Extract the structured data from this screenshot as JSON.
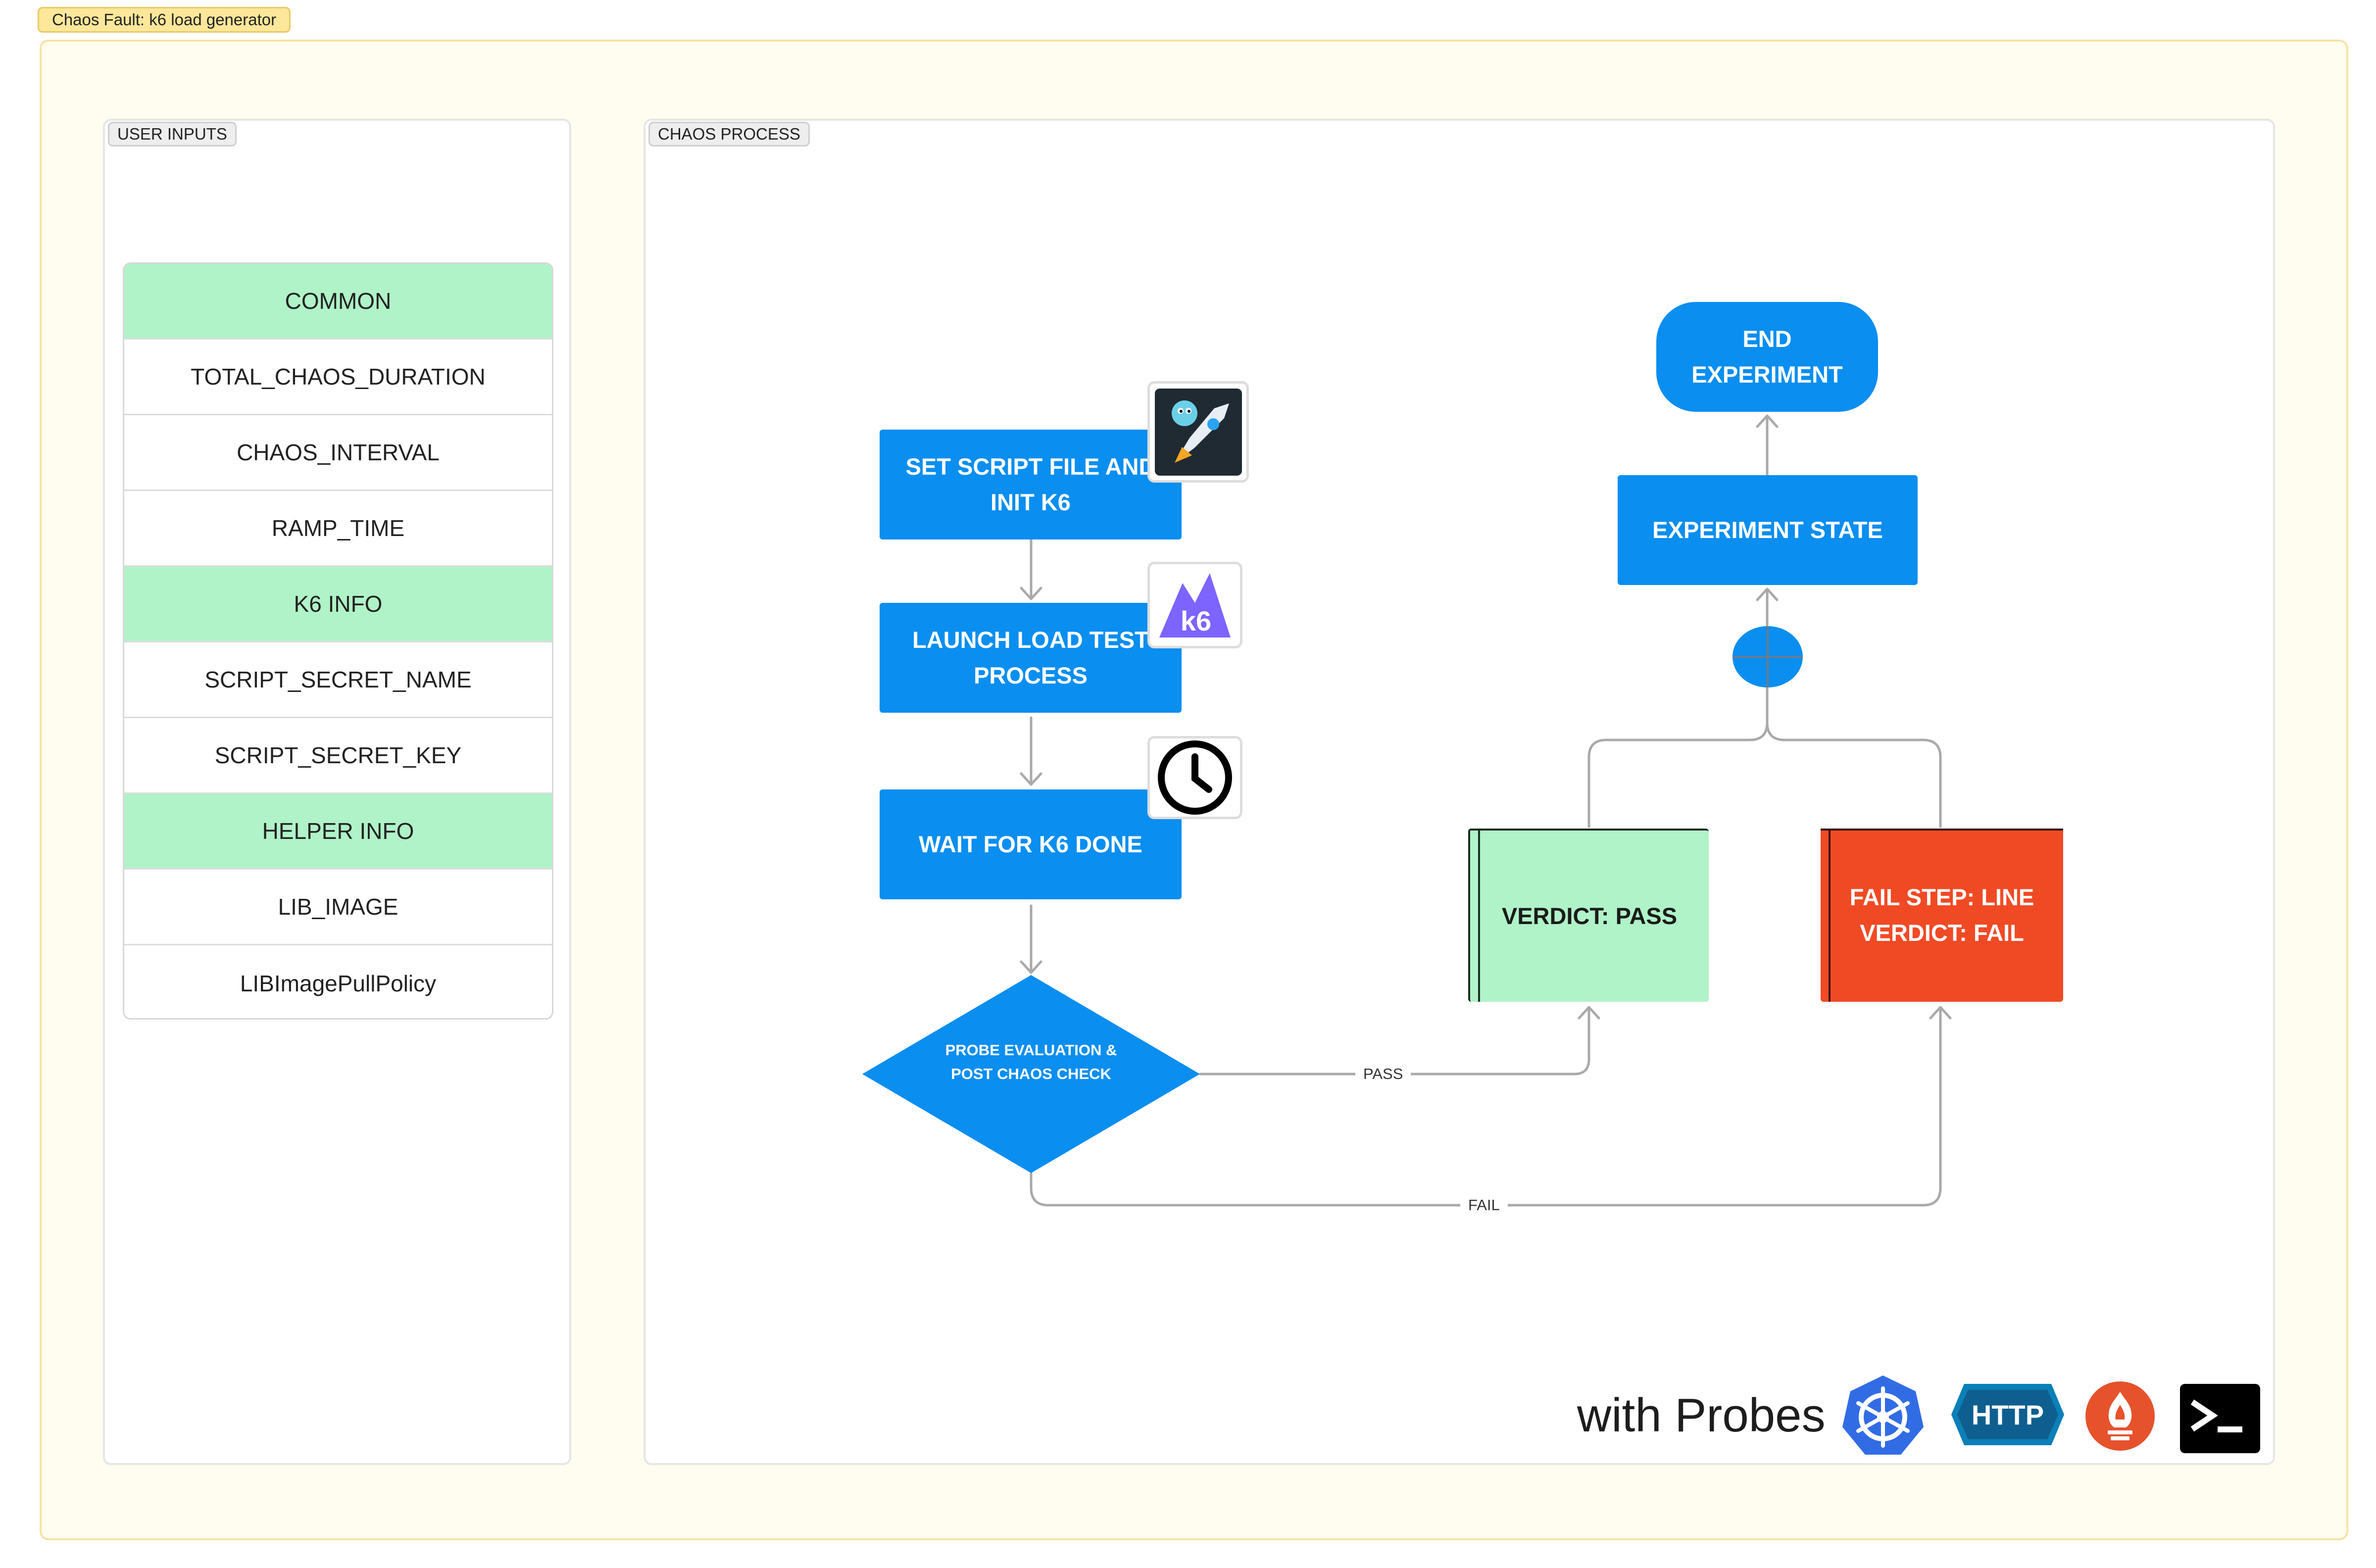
{
  "title": "Chaos Fault: k6 load generator",
  "user_inputs": {
    "label": "USER INPUTS",
    "rows": [
      {
        "text": "COMMON",
        "header": true
      },
      {
        "text": "TOTAL_CHAOS_DURATION",
        "header": false
      },
      {
        "text": "CHAOS_INTERVAL",
        "header": false
      },
      {
        "text": "RAMP_TIME",
        "header": false
      },
      {
        "text": "K6 INFO",
        "header": true
      },
      {
        "text": "SCRIPT_SECRET_NAME",
        "header": false
      },
      {
        "text": "SCRIPT_SECRET_KEY",
        "header": false
      },
      {
        "text": "HELPER INFO",
        "header": true
      },
      {
        "text": "LIB_IMAGE",
        "header": false
      },
      {
        "text": "LIBImagePullPolicy",
        "header": false
      }
    ]
  },
  "chaos_process": {
    "label": "CHAOS PROCESS",
    "steps": {
      "set_script": "SET SCRIPT FILE AND INIT K6",
      "launch": "LAUNCH LOAD TEST PROCESS",
      "wait": "WAIT FOR K6 DONE",
      "probe": "PROBE EVALUATION & POST CHAOS CHECK"
    },
    "verdict_pass": "VERDICT: PASS",
    "verdict_fail": "FAIL STEP: LINE VERDICT: FAIL",
    "experiment_state": "EXPERIMENT STATE",
    "end_experiment": "END EXPERIMENT",
    "edge_pass": "PASS",
    "edge_fail": "FAIL",
    "icons": [
      "gopher-rocket-icon",
      "k6-logo-icon",
      "clock-icon"
    ]
  },
  "probes": {
    "text": "with Probes",
    "http_label": "HTTP",
    "icons": [
      "kubernetes-icon",
      "http-icon",
      "prometheus-icon",
      "terminal-icon"
    ]
  },
  "colors": {
    "process_blue": "#0a8ef0",
    "header_green": "#b0f3c8",
    "pass_green": "#b0f3c8",
    "fail_red": "#f04a25",
    "frame_yellow": "#fffcf0",
    "badge_yellow": "#fde79a"
  }
}
